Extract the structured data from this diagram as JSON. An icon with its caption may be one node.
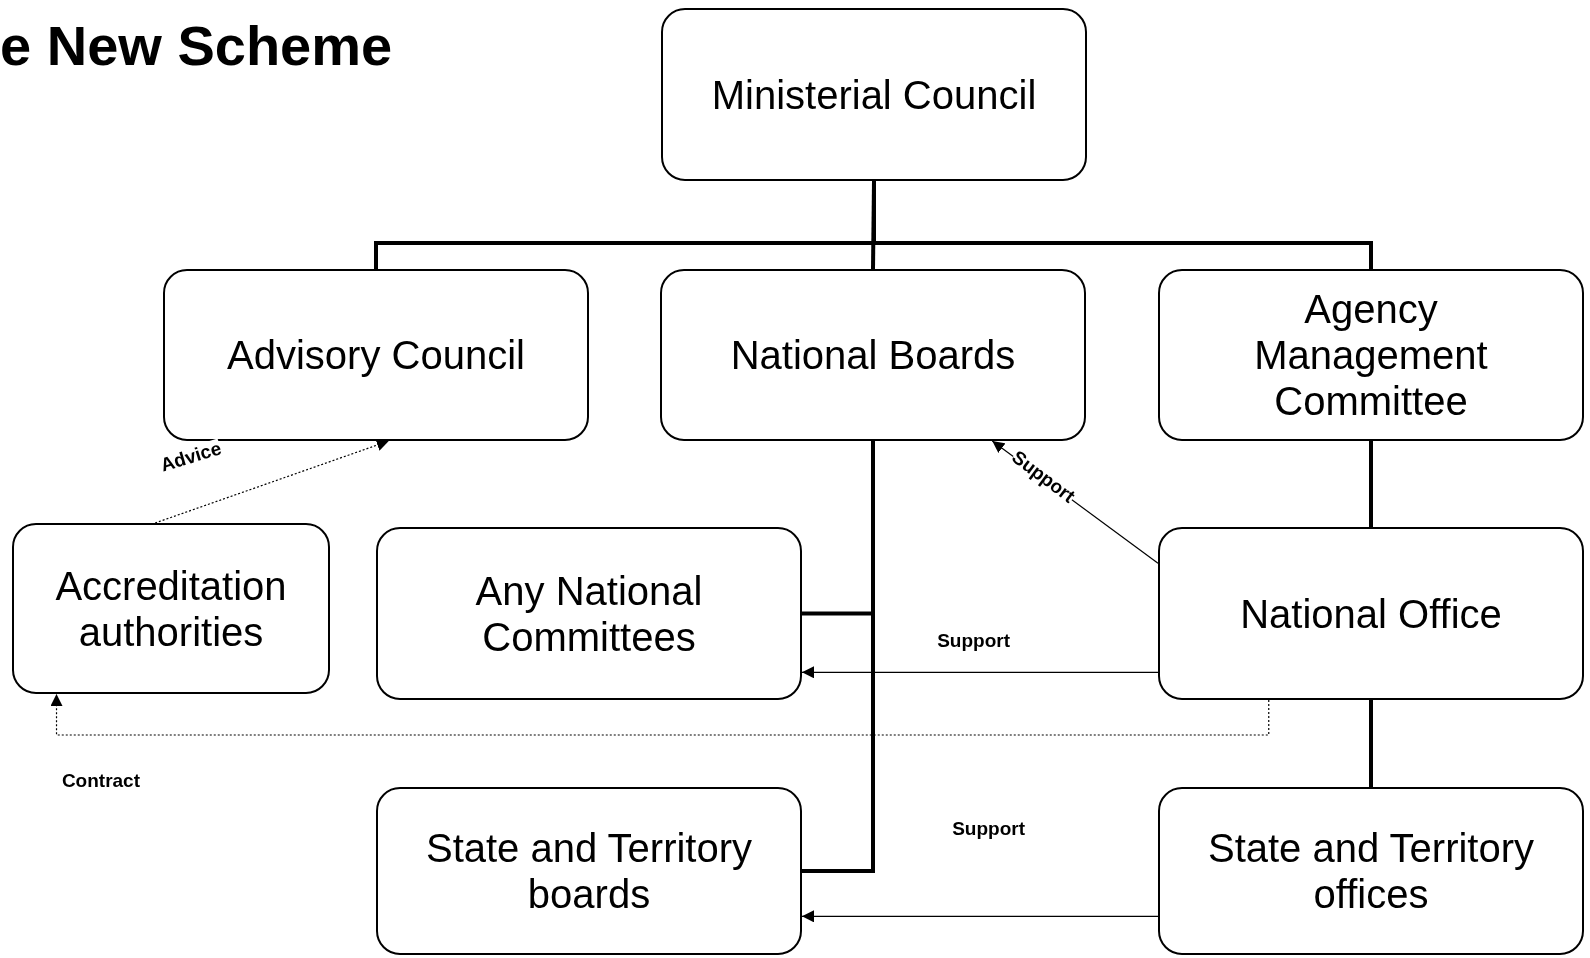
{
  "diagram": {
    "title": "e New Scheme",
    "nodes": [
      {
        "text": [
          "Ministerial Council"
        ]
      },
      {
        "text": [
          "Advisory Council"
        ]
      },
      {
        "text": [
          "National Boards"
        ]
      },
      {
        "text": [
          "Agency Management Committee"
        ]
      },
      {
        "text": [
          "Accreditation authorities"
        ]
      },
      {
        "text": [
          "Any National Committees"
        ]
      },
      {
        "text": [
          "National Office"
        ]
      },
      {
        "text": [
          "State and Territory boards"
        ]
      },
      {
        "text": [
          "State and Territory offices"
        ]
      }
    ],
    "edges": [
      {
        "from": 0,
        "to": 1,
        "arrow": "none"
      },
      {
        "from": 0,
        "to": 2,
        "arrow": "none"
      },
      {
        "from": 0,
        "to": 3,
        "arrow": "none"
      },
      {
        "from": 2,
        "to": 5,
        "arrow": "none"
      },
      {
        "from": 2,
        "to": 7,
        "arrow": "none"
      },
      {
        "from": 3,
        "to": 6,
        "arrow": "none"
      },
      {
        "from": 6,
        "to": 8,
        "arrow": "none"
      },
      {
        "from": 4,
        "to": 1,
        "arrow": "to",
        "style": "dashed",
        "label": "Advice"
      },
      {
        "from": 6,
        "to": 4,
        "arrow": "to",
        "style": "dashed",
        "label": "Contract"
      },
      {
        "from": 6,
        "to": 2,
        "arrow": "to",
        "label": "Support"
      },
      {
        "from": 6,
        "to": 5,
        "arrow": "to",
        "label": "Support"
      },
      {
        "from": 8,
        "to": 7,
        "arrow": "to",
        "label": "Support"
      }
    ]
  }
}
